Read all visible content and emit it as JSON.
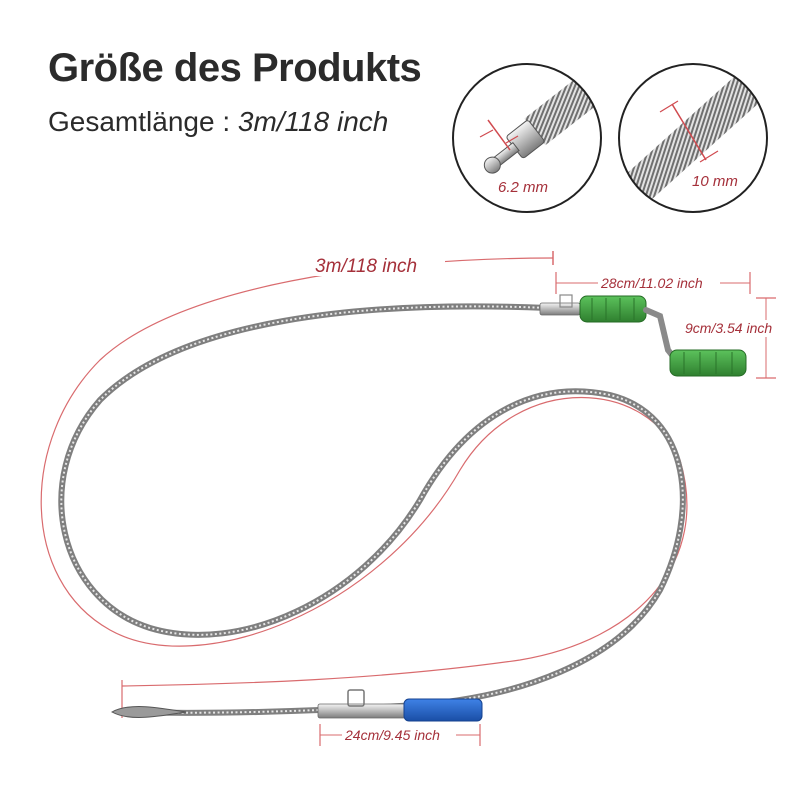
{
  "header": {
    "title": "Größe des Produkts",
    "total_length_label": "Gesamtlänge : ",
    "total_length_value": "3m/118 inch"
  },
  "details": {
    "tip_diameter": "6.2 mm",
    "spring_diameter": "10 mm"
  },
  "dimensions": {
    "total_length": "3m/118 inch",
    "handle_length": "28cm/11.02 inch",
    "handle_height": "9cm/3.54 inch",
    "grip_length": "24cm/9.45 inch"
  },
  "colors": {
    "dimension_line": "#d96b6e",
    "dimension_text": "#a5303a",
    "handle_green": "#3e9e3e",
    "grip_blue": "#1f5fc9",
    "cable": "#8c8c8c"
  }
}
